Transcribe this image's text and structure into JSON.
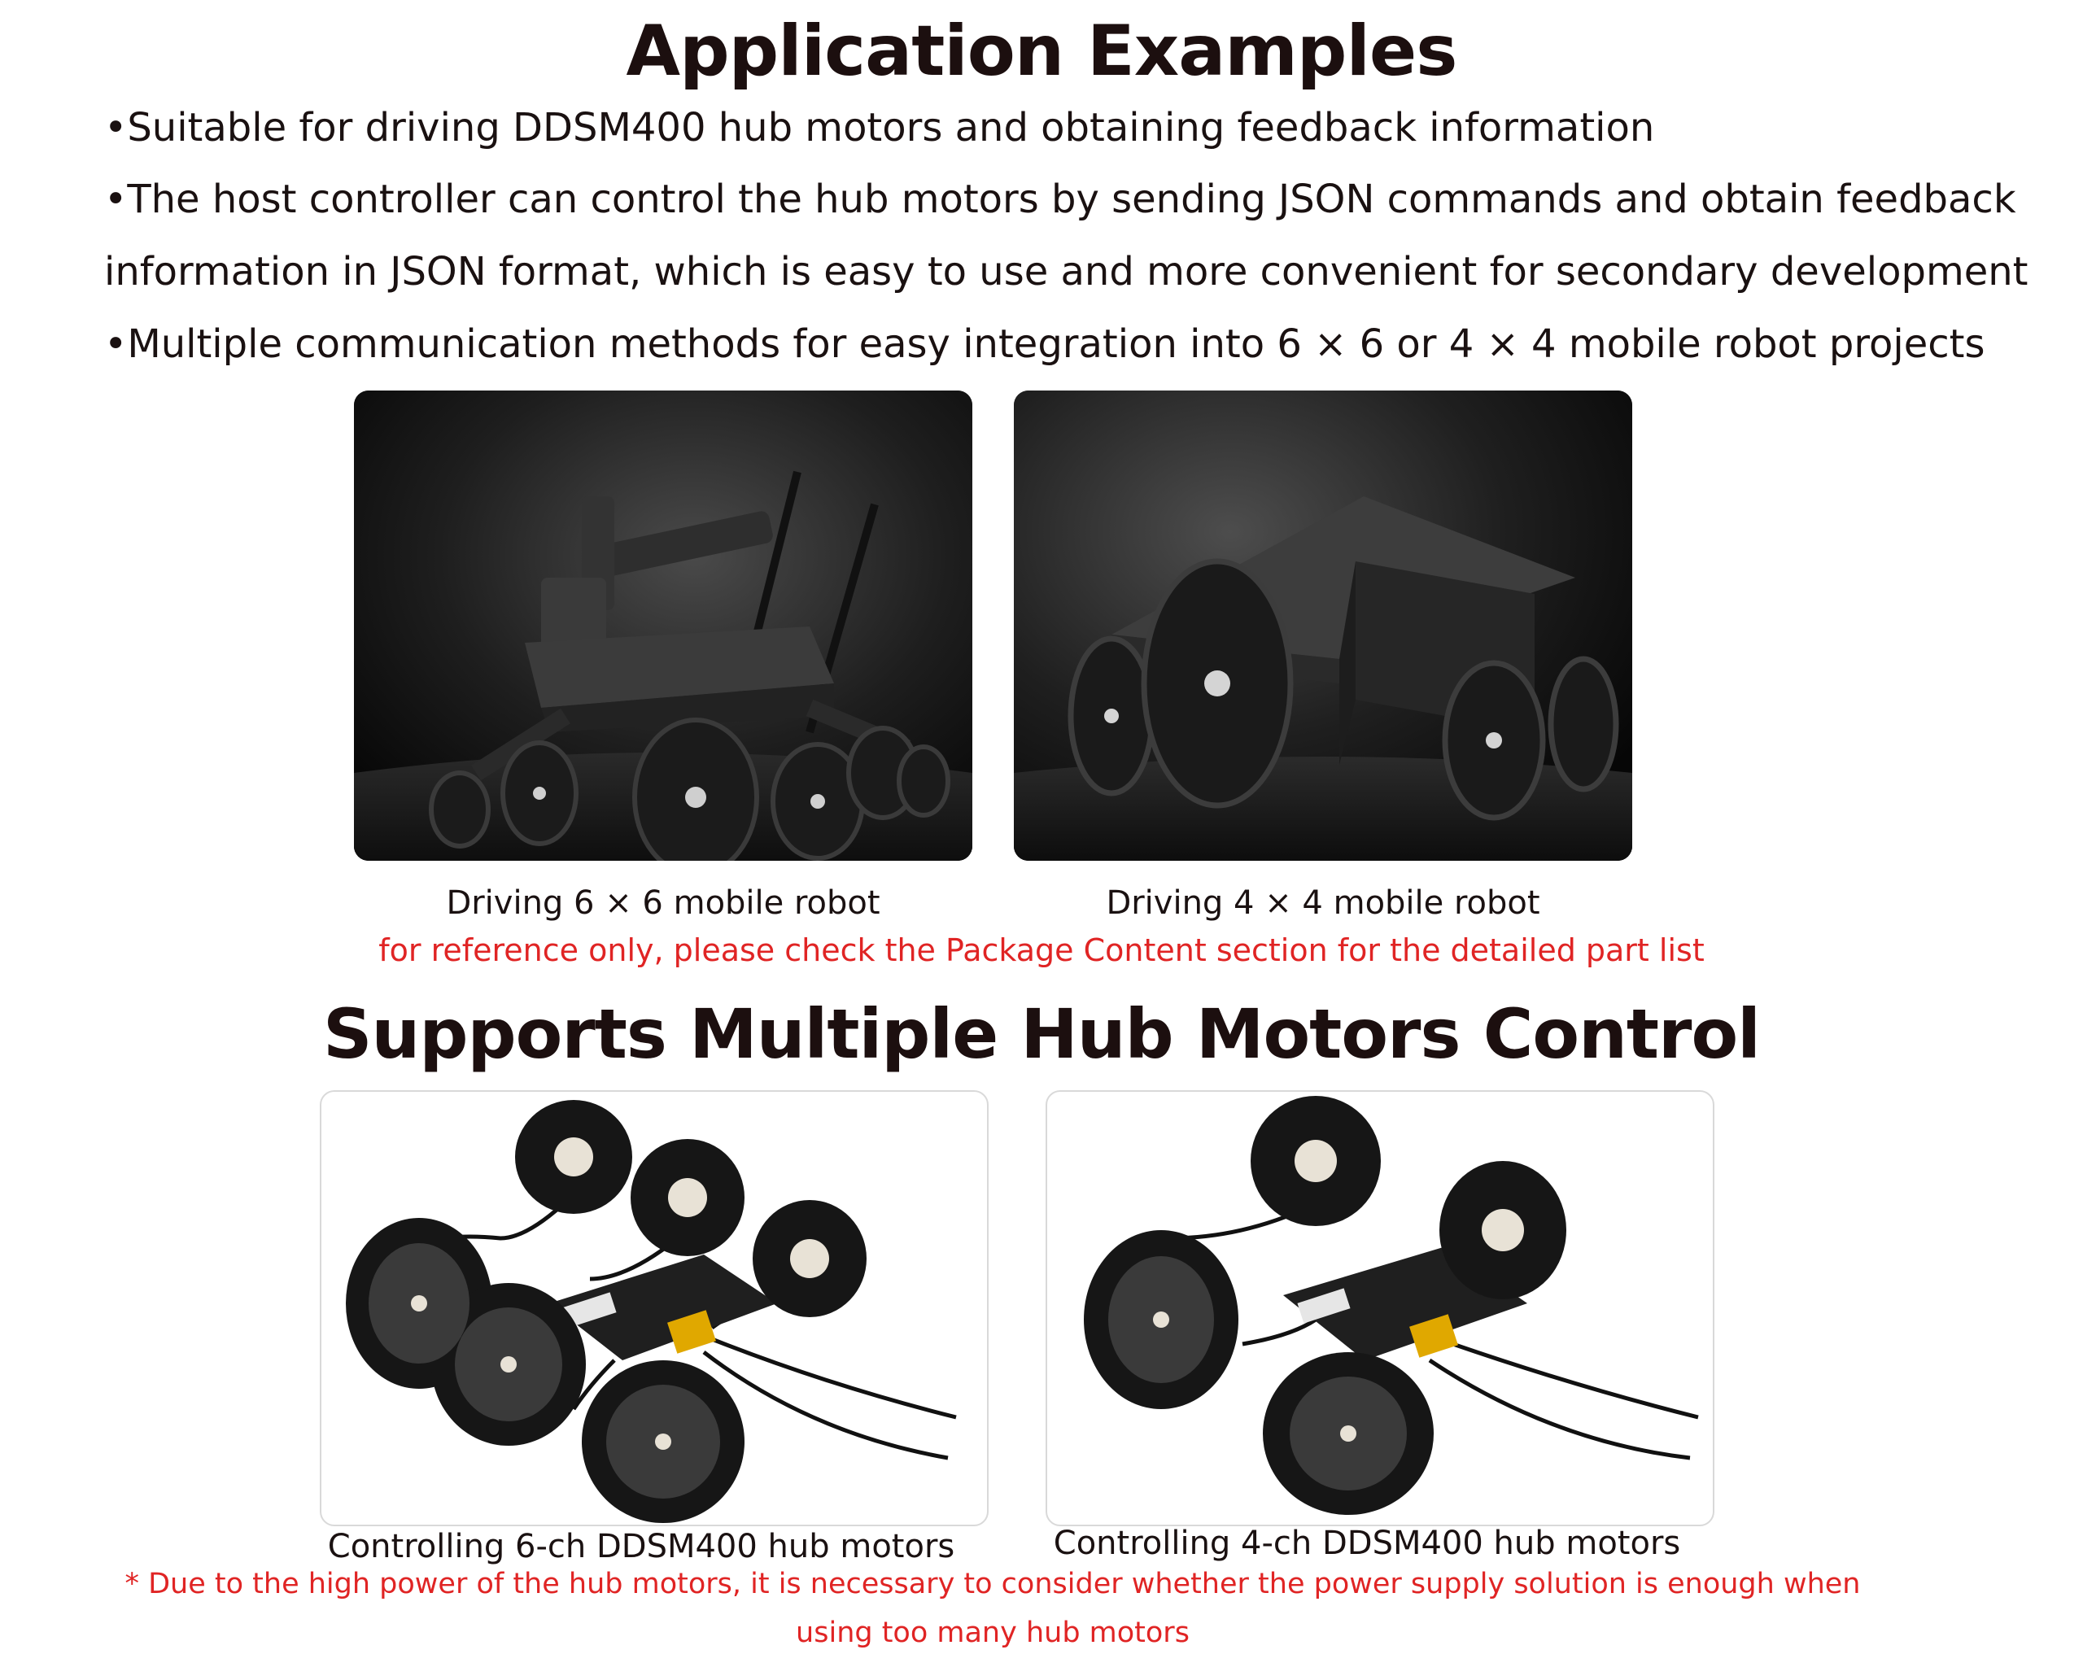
{
  "section1": {
    "title": "Application Examples",
    "bullets": [
      "•Suitable for driving DDSM400 hub motors and obtaining feedback information",
      "•The host controller can control the hub motors by sending JSON commands and obtain feedback",
      "information in JSON format, which is easy to use and more convenient for secondary development",
      "•Multiple communication methods for easy integration into 6 × 6 or 4 × 4 mobile robot projects"
    ],
    "photos": [
      {
        "caption": "Driving 6 × 6 mobile robot"
      },
      {
        "caption": "Driving 4 × 4 mobile robot"
      }
    ],
    "note": "for reference only, please check the Package Content section for the detailed part list"
  },
  "section2": {
    "title": "Supports Multiple Hub Motors Control",
    "panels": [
      {
        "caption": "Controlling 6-ch DDSM400 hub motors"
      },
      {
        "caption": "Controlling 4-ch DDSM400 hub motors"
      }
    ],
    "note_line1": "* Due to the high power of the hub motors, it is necessary to consider whether the power supply solution is enough when",
    "note_line2": "using too many hub motors"
  },
  "colors": {
    "title": "#1c0f0f",
    "text": "#1a1111",
    "note": "#e02424",
    "panel_border": "#d9d9d9"
  }
}
